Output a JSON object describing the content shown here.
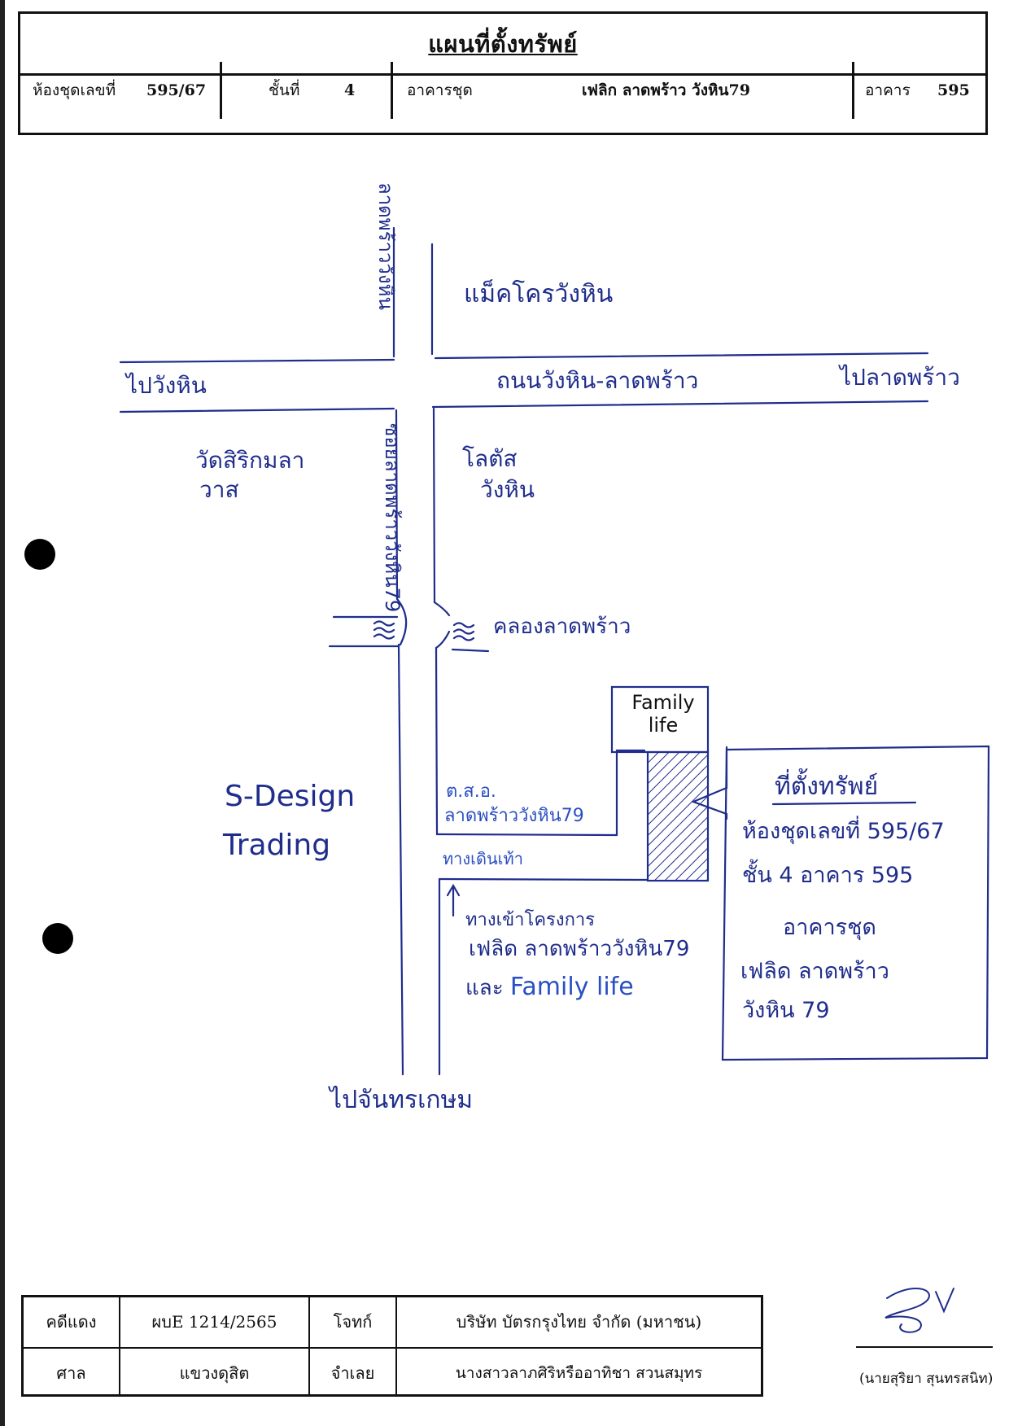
{
  "header": {
    "title": "แผนที่ตั้งทรัพย์",
    "unit_label": "ห้องชุดเลขที่",
    "unit_value": "595/67",
    "floor_label": "ชั้นที่",
    "floor_value": "4",
    "condo_label": "อาคารชุด",
    "condo_value": "เฟลิก ลาดพร้าว วังหิน79",
    "building_label": "อาคาร",
    "building_value": "595"
  },
  "map": {
    "soi_north": "ลาดพร้าววังหิน",
    "soi_south": "ซอยลาดพร้าววังหิน79",
    "to_wanghin": "ไปวังหิน",
    "main_road": "ถนนวังหิน-ลาดพร้าว",
    "to_ladprao": "ไปลาดพร้าว",
    "market": "แม็คโครวังหิน",
    "temple_line1": "วัดสิริกมลา",
    "temple_line2": "วาส",
    "lotus_line1": "โลตัส",
    "lotus_line2": "วังหิน",
    "canal": "คลองลาดพร้าว",
    "family_life": "Family life",
    "sdesign_line1": "S-Design",
    "sdesign_line2": "Trading",
    "sor_line1": "ต.ส.อ.",
    "sor_line2": "ลาดพร้าววังหิน79",
    "walkway": "ทางเดินเท้า",
    "entrance_line1": "ทางเข้าโครงการ",
    "entrance_line2": "เฟลิด ลาดพร้าววังหิน79",
    "entrance_line3_prefix": "และ",
    "entrance_line3_name": "Family life",
    "to_chantharakasem": "ไปจันทรเกษม",
    "box_title": "ที่ตั้งทรัพย์",
    "box_line1": "ห้องชุดเลขที่ 595/67",
    "box_line2": "ชั้น 4 อาคาร 595",
    "box_line3": "อาคารชุด",
    "box_line4": "เฟลิด ลาดพร้าว",
    "box_line5": "วังหิน 79"
  },
  "footer": {
    "case_label": "คดีแดง",
    "case_value": "ผบE 1214/2565",
    "plaintiff_label": "โจทก์",
    "plaintiff_value": "บริษัท บัตรกรุงไทย จำกัด (มหาชน)",
    "court_label": "ศาล",
    "court_value": "แขวงดุสิต",
    "defendant_label": "จำเลย",
    "defendant_value": "นางสาวลาภศิริหรืออาทิชา สวนสมุทร",
    "signer": "(นายสุริยา สุนทรสนิท)"
  },
  "colors": {
    "ink": "#1f2d8c",
    "border": "#111111"
  }
}
